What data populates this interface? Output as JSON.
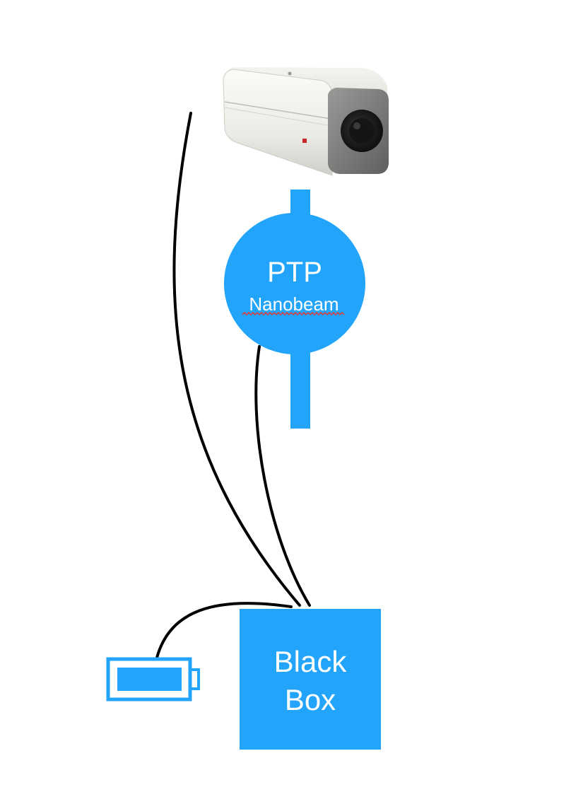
{
  "diagram": {
    "nodes": {
      "camera": {
        "icon": "security-camera-icon"
      },
      "ptp": {
        "title": "PTP",
        "subtitle": "Nanobeam"
      },
      "black_box": {
        "line1": "Black",
        "line2": "Box"
      },
      "battery": {
        "icon": "battery-icon"
      }
    }
  },
  "colors": {
    "accent": "#22a4fb",
    "wire": "#000000",
    "background": "#ffffff",
    "text_on_accent": "#ffffff"
  }
}
